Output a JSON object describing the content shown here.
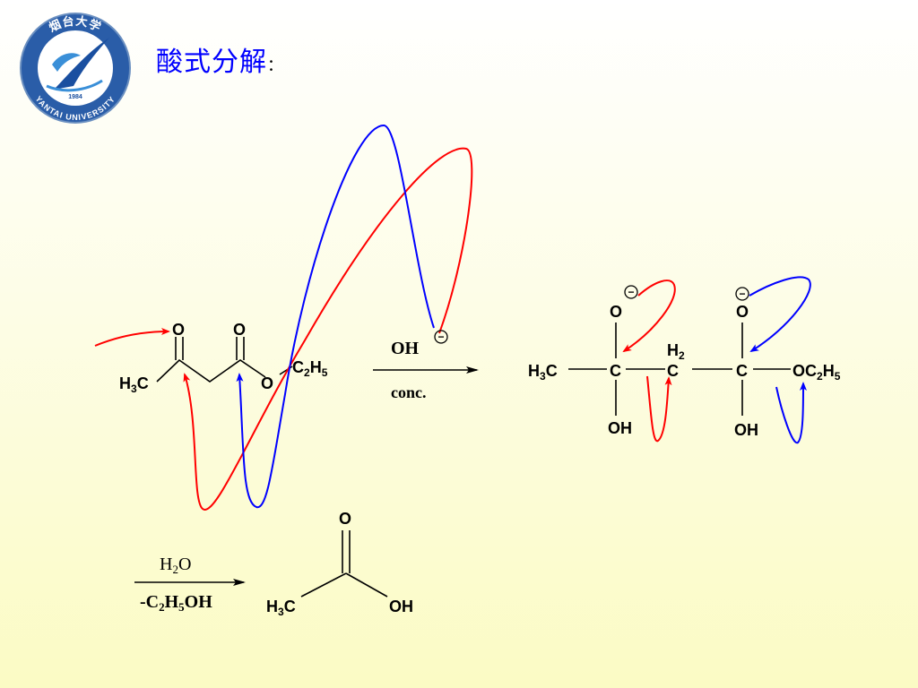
{
  "title": "酸式分解",
  "title_colon": "：",
  "logo": {
    "icon": "yantai-university-logo",
    "top_text": "烟台大学",
    "bottom_text": "YANTAI UNIVERSITY",
    "year": "1984"
  },
  "reactant": {
    "ch3": "H",
    "ch3_sub": "3",
    "ch3_c": "C",
    "o1": "O",
    "o2": "O",
    "o3": "O",
    "ethyl_c": "C",
    "ethyl_sub1": "2",
    "ethyl_h": "H",
    "ethyl_sub2": "5"
  },
  "step1": {
    "reagent_top": "OH",
    "reagent_bottom": "conc.",
    "charge": "−"
  },
  "intermediate": {
    "left_h": "H",
    "left_sub": "3",
    "left_c": "C",
    "c1": "C",
    "ch2_h": "H",
    "ch2_sub": "2",
    "ch2_c": "C",
    "c3": "C",
    "oet_o": "OC",
    "oet_sub1": "2",
    "oet_h": "H",
    "oet_sub2": "5",
    "o_minus_1": "O",
    "o_minus_2": "O",
    "oh1": "OH",
    "oh2": "OH",
    "charge": "−"
  },
  "step2": {
    "reagent_top_h": "H",
    "reagent_top_sub": "2",
    "reagent_top_o": "O",
    "reagent_bottom_prefix": "-C",
    "reagent_bottom_sub1": "2",
    "reagent_bottom_h": "H",
    "reagent_bottom_sub2": "5",
    "reagent_bottom_oh": "OH"
  },
  "product": {
    "o": "O",
    "h3": "H",
    "h3_sub": "3",
    "c": "C",
    "oh": "OH"
  },
  "colors": {
    "title": "#0000ff",
    "arrow_red": "#ff0000",
    "arrow_blue": "#0000ff"
  }
}
